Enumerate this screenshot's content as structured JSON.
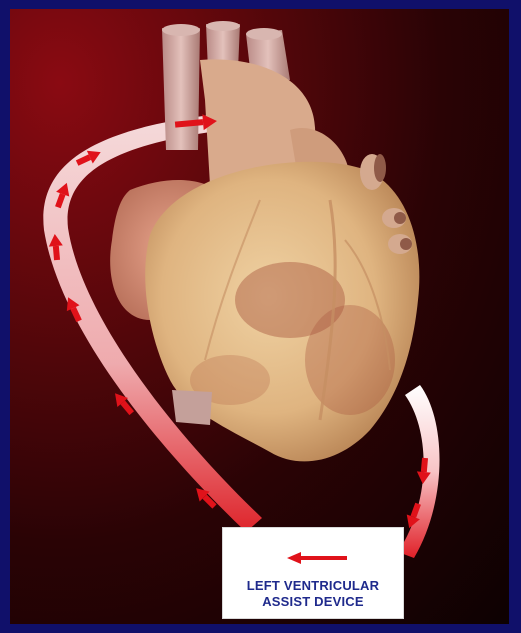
{
  "lvad_label": {
    "line1": "LEFT VENTRICULAR",
    "line2": "ASSIST DEVICE"
  },
  "colors": {
    "border": "#10106a",
    "background": "#5a070b",
    "tube": "#f4c7c7",
    "arrow": "#e0121a",
    "label_text": "#1f2a8c"
  },
  "icons": [
    "heart-illustration",
    "flow-arrow-icon"
  ]
}
